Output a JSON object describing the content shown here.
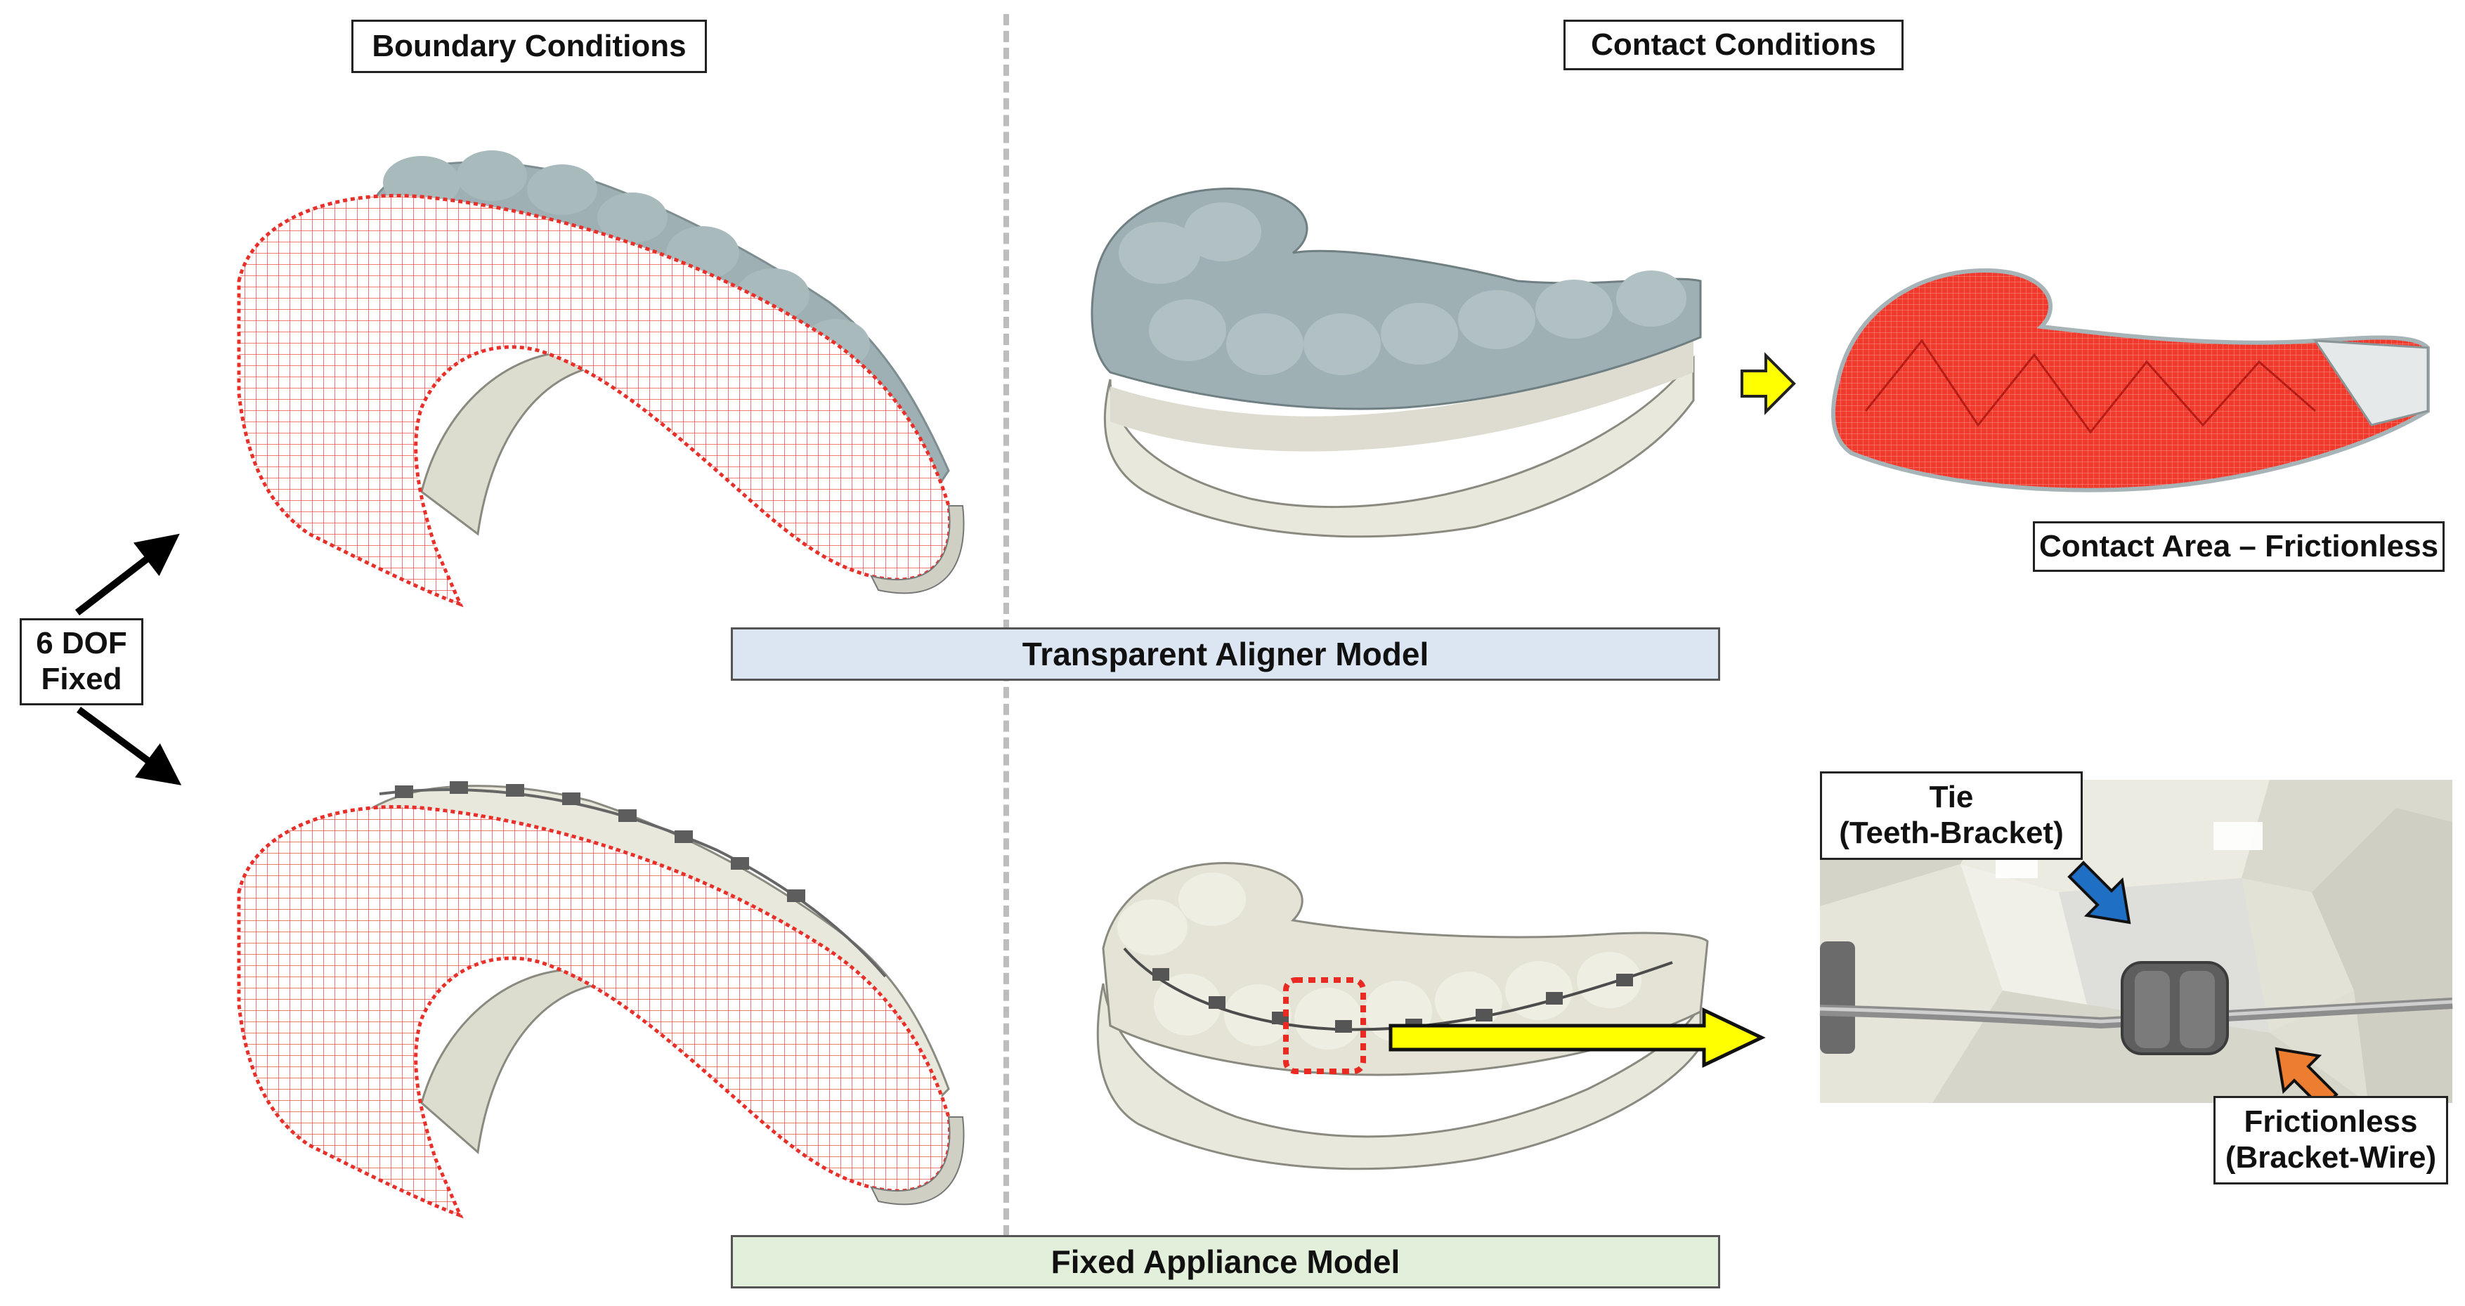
{
  "headers": {
    "boundary": "Boundary Conditions",
    "contact": "Contact Conditions"
  },
  "banners": {
    "aligner": "Transparent Aligner Model",
    "fixed": "Fixed Appliance Model"
  },
  "dof_label": [
    "6 DOF",
    "Fixed"
  ],
  "contact_area_label": "Contact Area – Frictionless",
  "tie_label": [
    "Tie",
    "(Teeth-Bracket)"
  ],
  "frictionless_label": [
    "Frictionless",
    "(Bracket-Wire)"
  ],
  "colors": {
    "mesh_red": "#e8302a",
    "aligner_gray": "#9fb0b4",
    "teeth_ivory": "#e9e8dc",
    "banner_blue": "#dce6f2",
    "banner_green": "#e2efda",
    "arrow_yellow": "#ffff00",
    "tie_arrow_blue": "#1f6fc5",
    "frictionless_arrow_orange": "#ed7d31"
  },
  "icons": [
    "black-arrow-up-icon",
    "black-arrow-down-icon",
    "yellow-arrow-icon",
    "blue-arrow-icon",
    "orange-arrow-icon"
  ]
}
